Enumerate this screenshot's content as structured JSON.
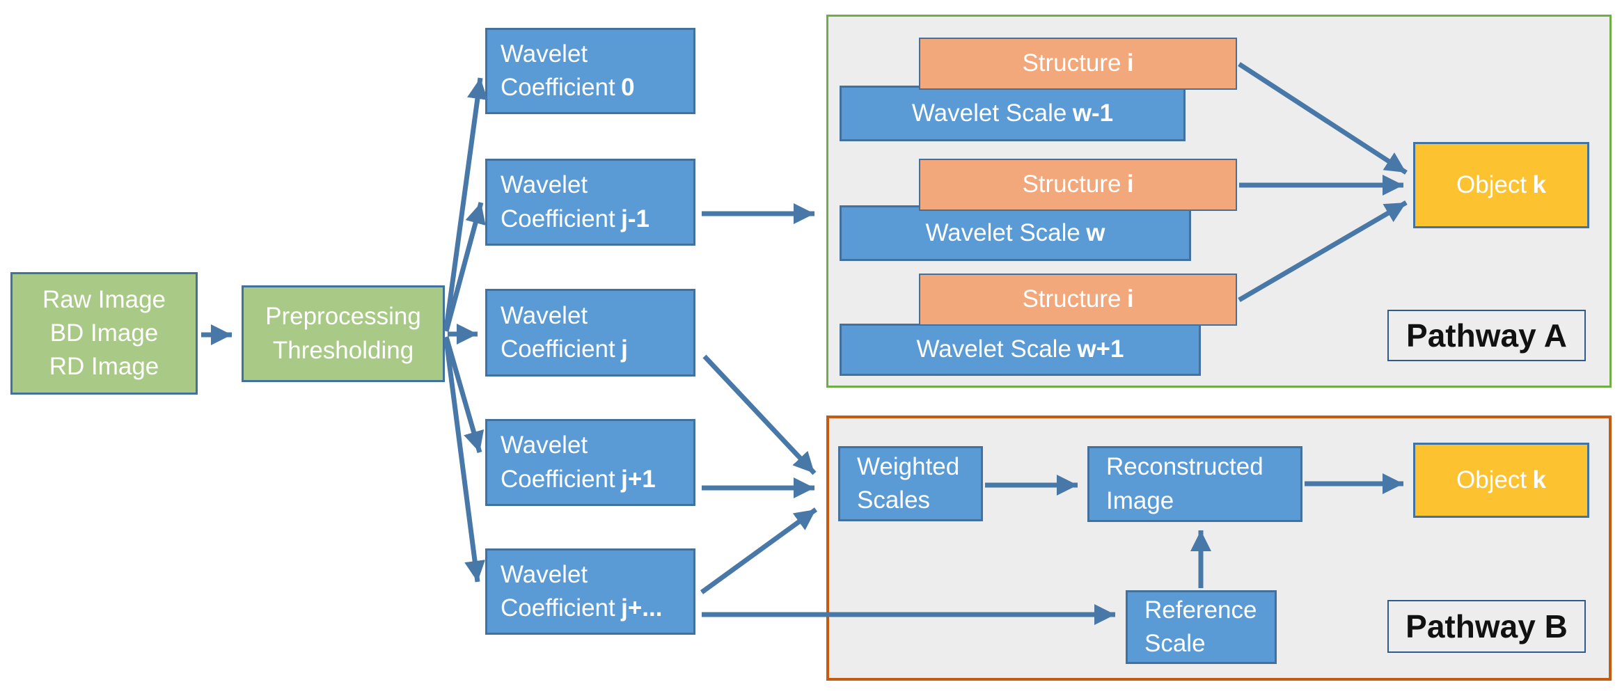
{
  "input_box": {
    "lines": [
      "Raw Image",
      "BD Image",
      "RD Image"
    ]
  },
  "preprocessing_box": {
    "lines": [
      "Preprocessing",
      "Thresholding"
    ]
  },
  "coefficients": [
    {
      "line1": "Wavelet",
      "line2": "Coefficient",
      "suffix": "0"
    },
    {
      "line1": "Wavelet",
      "line2": "Coefficient",
      "suffix": "j-1"
    },
    {
      "line1": "Wavelet",
      "line2": "Coefficient",
      "suffix": "j"
    },
    {
      "line1": "Wavelet",
      "line2": "Coefficient",
      "suffix": "j+1"
    },
    {
      "line1": "Wavelet",
      "line2": "Coefficient",
      "suffix": "j+..."
    }
  ],
  "pathway_a": {
    "label": "Pathway A",
    "structures": [
      {
        "text": "Structure",
        "suffix": "i"
      },
      {
        "text": "Structure",
        "suffix": "i"
      },
      {
        "text": "Structure",
        "suffix": "i"
      }
    ],
    "scales": [
      {
        "text": "Wavelet Scale",
        "suffix": "w-1"
      },
      {
        "text": "Wavelet Scale",
        "suffix": "w"
      },
      {
        "text": "Wavelet Scale",
        "suffix": "w+1"
      }
    ],
    "object": {
      "text": "Object",
      "suffix": "k"
    }
  },
  "pathway_b": {
    "label": "Pathway B",
    "weighted_scales": {
      "lines": [
        "Weighted",
        "Scales"
      ]
    },
    "reconstructed_image": {
      "lines": [
        "Reconstructed",
        "Image"
      ]
    },
    "reference_scale": {
      "lines": [
        "Reference",
        "Scale"
      ]
    },
    "object": {
      "text": "Object",
      "suffix": "k"
    }
  },
  "colors": {
    "node_green": "#A9CA86",
    "node_blue": "#5B9BD5",
    "node_orange": "#F2A87B",
    "node_yellow": "#FDC230",
    "node_border_blue": "#41719C",
    "arrow": "#4878A8",
    "pathway_a_border": "#70AD47",
    "pathway_b_border": "#C55A11",
    "panel_fill": "#EDEDED"
  }
}
